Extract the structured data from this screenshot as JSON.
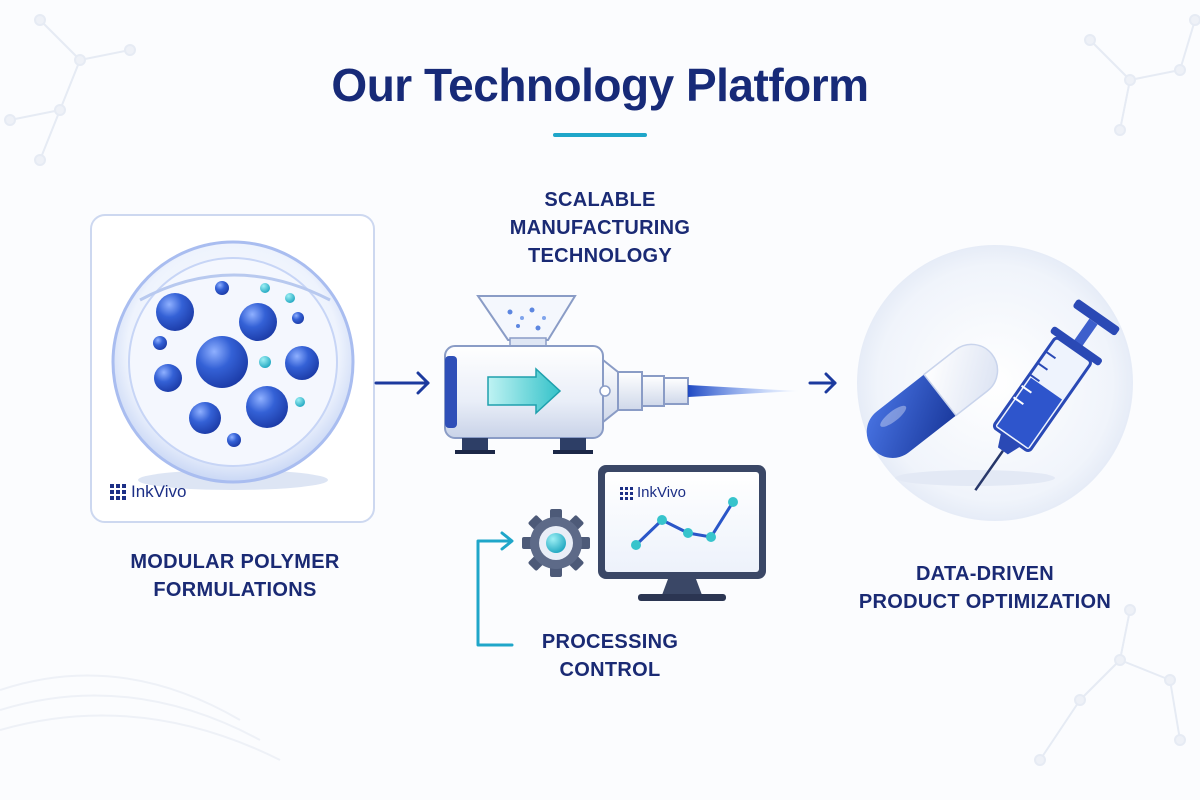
{
  "title": "Our Technology Platform",
  "steps": {
    "manufacturing": {
      "lines": [
        "SCALABLE",
        "MANUFACTURING",
        "TECHNOLOGY"
      ]
    },
    "formulations": {
      "lines": [
        "MODULAR POLYMER",
        "FORMULATIONS"
      ]
    },
    "processing": {
      "lines": [
        "PROCESSING",
        "CONTROL"
      ]
    },
    "optimization": {
      "lines": [
        "DATA-DRIVEN",
        "PRODUCT OPTIMIZATION"
      ]
    }
  },
  "brand": {
    "name": "InkVivo"
  },
  "colors": {
    "title": "#172a78",
    "accent": "#1fa6c9",
    "primary_blue": "#2f56c8",
    "dark_navy": "#1a2a74",
    "teal": "#22b6c8"
  },
  "icons": [
    "petri-dish-icon",
    "extruder-machine-icon",
    "gear-icon",
    "monitor-chart-icon",
    "capsule-icon",
    "syringe-icon",
    "arrow-right-icon"
  ]
}
